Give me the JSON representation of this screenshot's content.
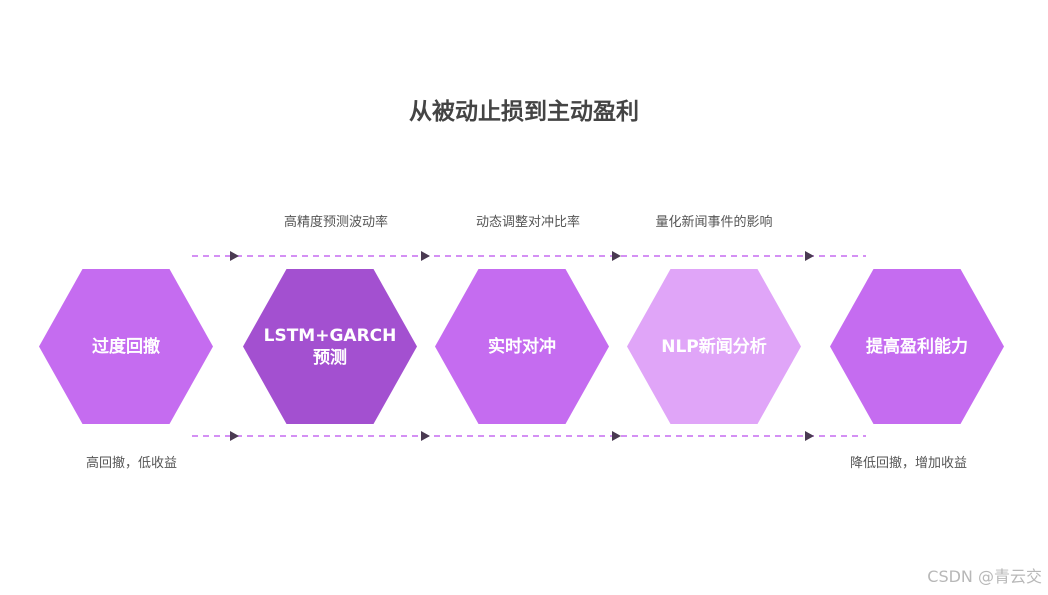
{
  "title": "从被动止损到主动盈利",
  "top_labels": [
    "高精度预测波动率",
    "动态调整对冲比率",
    "量化新闻事件的影响"
  ],
  "bottom_labels": {
    "left": "高回撤，低收益",
    "right": "降低回撤，增加收益"
  },
  "hexagons": [
    {
      "label": "过度回撤",
      "color": "#c56cf0"
    },
    {
      "label": "LSTM+GARCH\n预测",
      "color": "#a350d0"
    },
    {
      "label": "实时对冲",
      "color": "#c56cf0"
    },
    {
      "label": "NLP新闻分析",
      "color": "#e0a5f8"
    },
    {
      "label": "提高盈利能力",
      "color": "#c56cf0"
    }
  ],
  "colors": {
    "dash": "#c56cf0",
    "arrow": "#4a3a52"
  },
  "watermark": "CSDN @青云交"
}
